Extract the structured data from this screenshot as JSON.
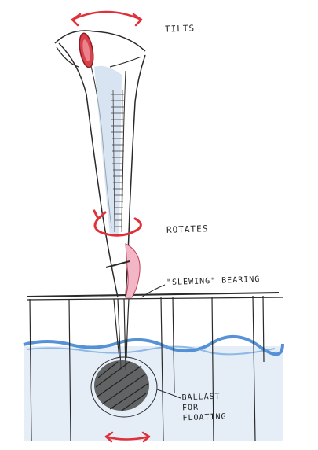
{
  "annotations": {
    "tilts": "TILTS",
    "rotates": "ROTATES",
    "slewing_bearing": "\"SLEWING\" BEARING",
    "ballast_line1": "BALLAST",
    "ballast_line2": "FOR FLOATING"
  },
  "colors": {
    "ink": "#2a2a2a",
    "accent_red": "#e0303a",
    "water_blue": "#3a7fd0",
    "water_fill": "#cfe0ef",
    "column_fill": "#c9d8ec",
    "pink": "#f2b6c6"
  },
  "icons": {
    "top_arrow": "double-headed-curved-arrow-icon",
    "bottom_arrow": "double-headed-curved-arrow-icon",
    "rotation_arrow": "circular-rotation-arrow-icon"
  }
}
